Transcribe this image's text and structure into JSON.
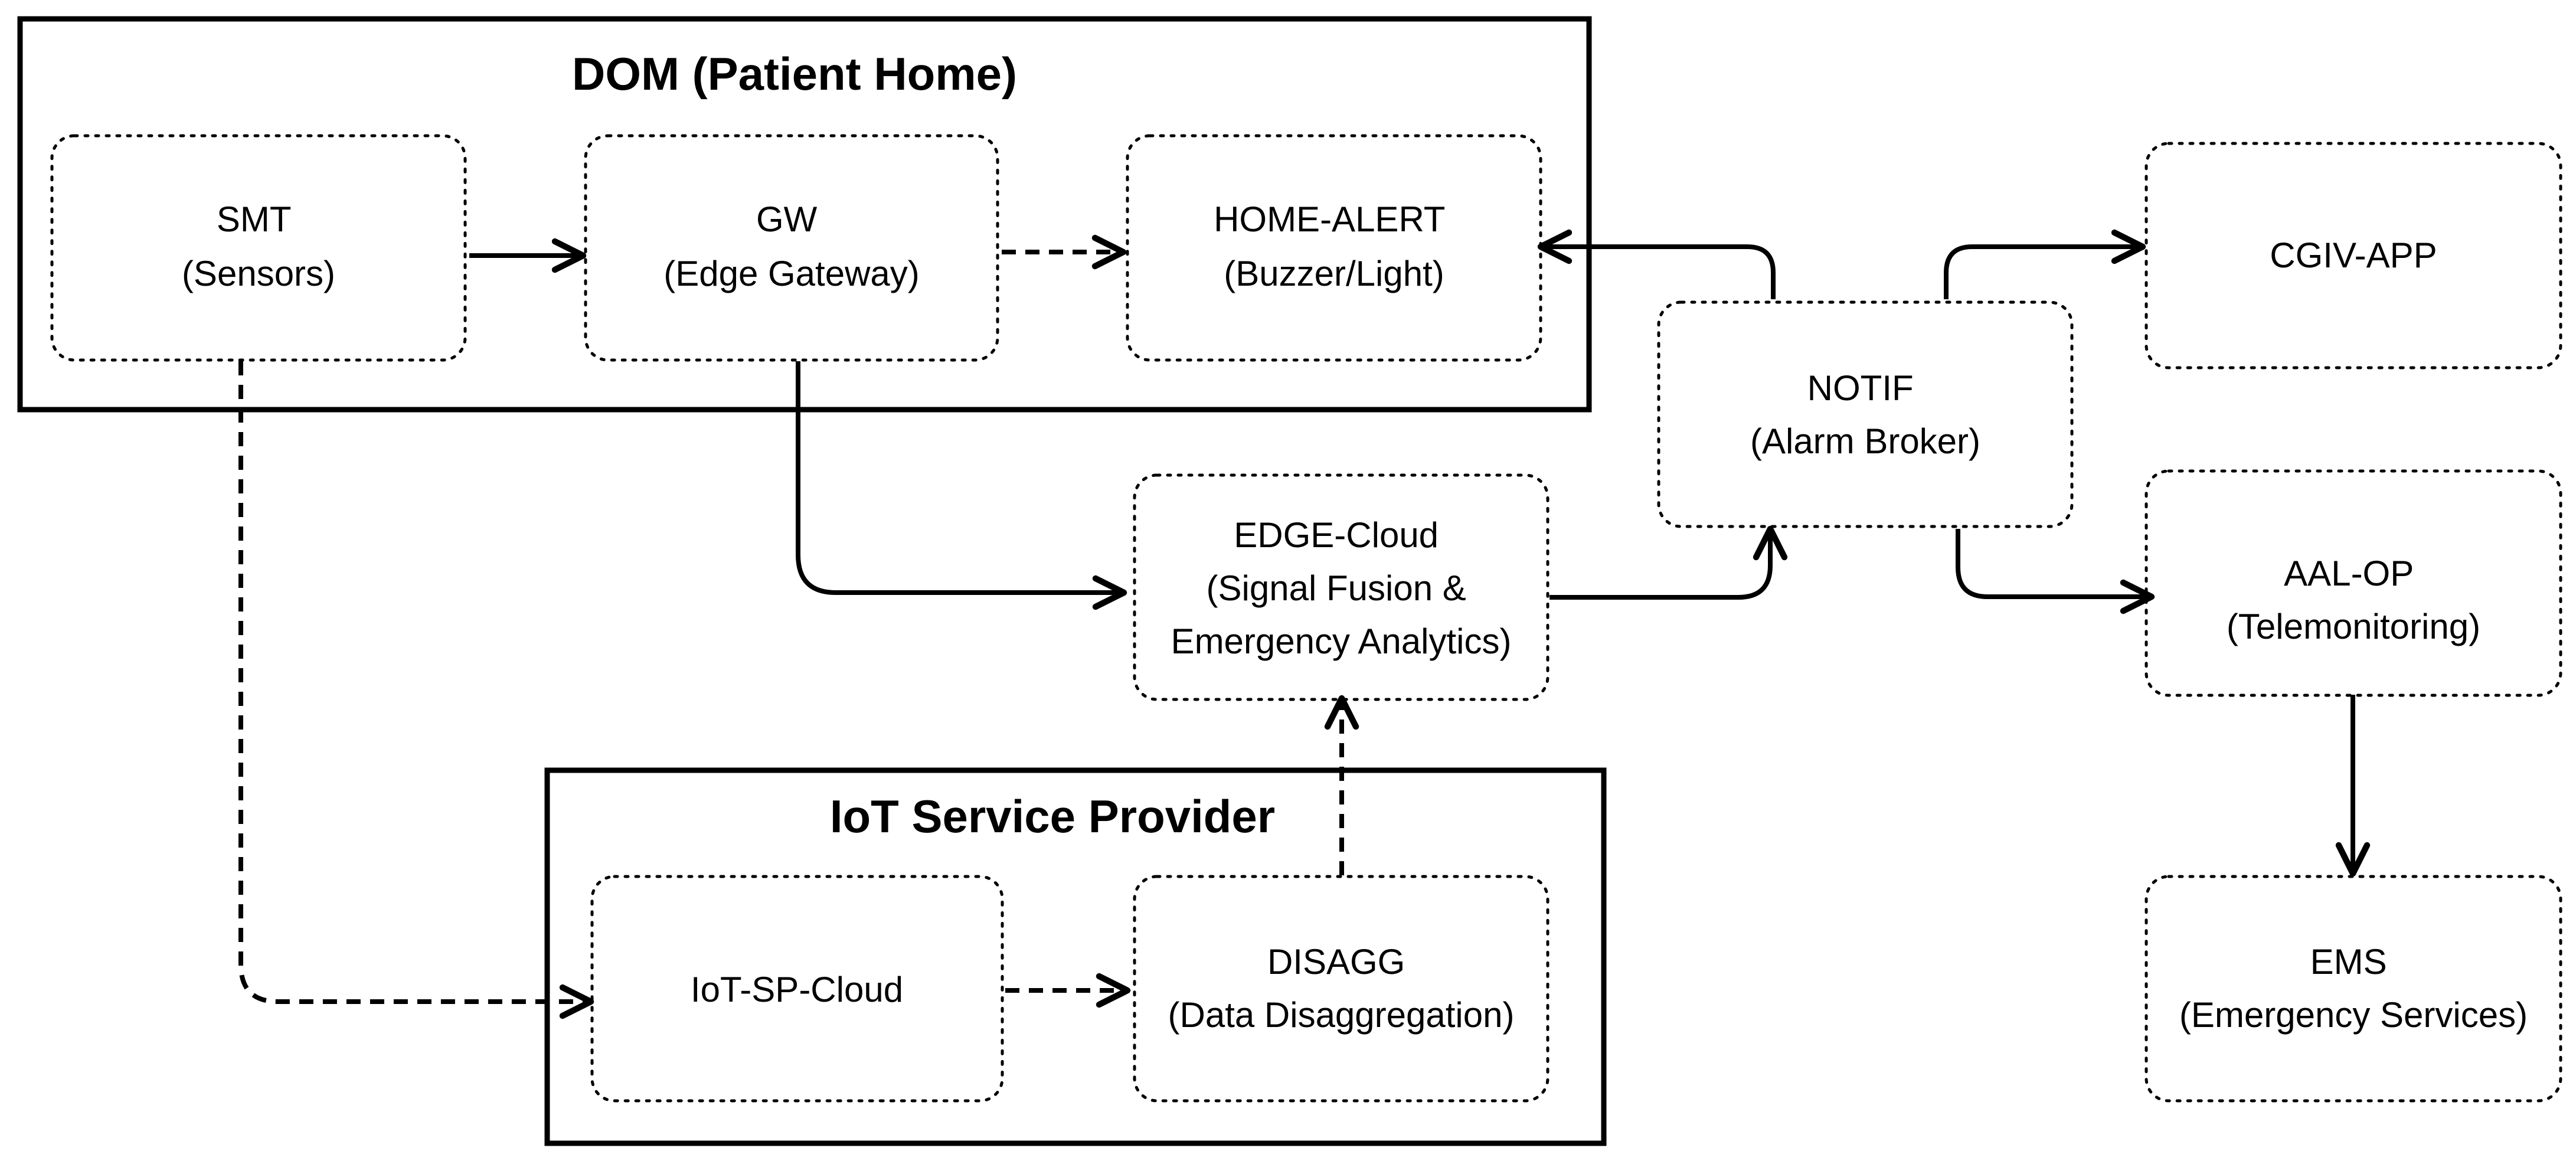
{
  "groups": {
    "dom": {
      "title": "DOM (Patient Home)"
    },
    "iot_sp": {
      "title": "IoT Service Provider"
    }
  },
  "nodes": {
    "smt": {
      "line1": "SMT",
      "line2": "(Sensors)"
    },
    "gw": {
      "line1": "GW",
      "line2": "(Edge Gateway)"
    },
    "home_alert": {
      "line1": "HOME-ALERT",
      "line2": "(Buzzer/Light)"
    },
    "notif": {
      "line1": "NOTIF",
      "line2": "(Alarm Broker)"
    },
    "cgiv_app": {
      "line1": "CGIV-APP"
    },
    "edge_cloud": {
      "line1": "EDGE-Cloud",
      "line2": "(Signal Fusion &",
      "line3": "Emergency Analytics)"
    },
    "aal_op": {
      "line1": "AAL-OP",
      "line2": "(Telemonitoring)"
    },
    "iot_sp_cloud": {
      "line1": "IoT-SP-Cloud"
    },
    "disagg": {
      "line1": "DISAGG",
      "line2": "(Data Disaggregation)"
    },
    "ems": {
      "line1": "EMS",
      "line2": "(Emergency Services)"
    }
  },
  "edges": [
    {
      "from": "SMT",
      "to": "GW",
      "style": "solid"
    },
    {
      "from": "GW",
      "to": "HOME-ALERT",
      "style": "dashed"
    },
    {
      "from": "NOTIF",
      "to": "HOME-ALERT",
      "style": "solid"
    },
    {
      "from": "NOTIF",
      "to": "CGIV-APP",
      "style": "solid"
    },
    {
      "from": "GW",
      "to": "EDGE-Cloud",
      "style": "solid"
    },
    {
      "from": "EDGE-Cloud",
      "to": "NOTIF",
      "style": "solid"
    },
    {
      "from": "NOTIF",
      "to": "AAL-OP",
      "style": "solid"
    },
    {
      "from": "AAL-OP",
      "to": "EMS",
      "style": "solid"
    },
    {
      "from": "SMT",
      "to": "IoT-SP-Cloud",
      "style": "dashed"
    },
    {
      "from": "IoT-SP-Cloud",
      "to": "DISAGG",
      "style": "dashed"
    },
    {
      "from": "DISAGG",
      "to": "EDGE-Cloud",
      "style": "dashed"
    }
  ],
  "colors": {
    "stroke": "#000000",
    "background": "#ffffff"
  }
}
